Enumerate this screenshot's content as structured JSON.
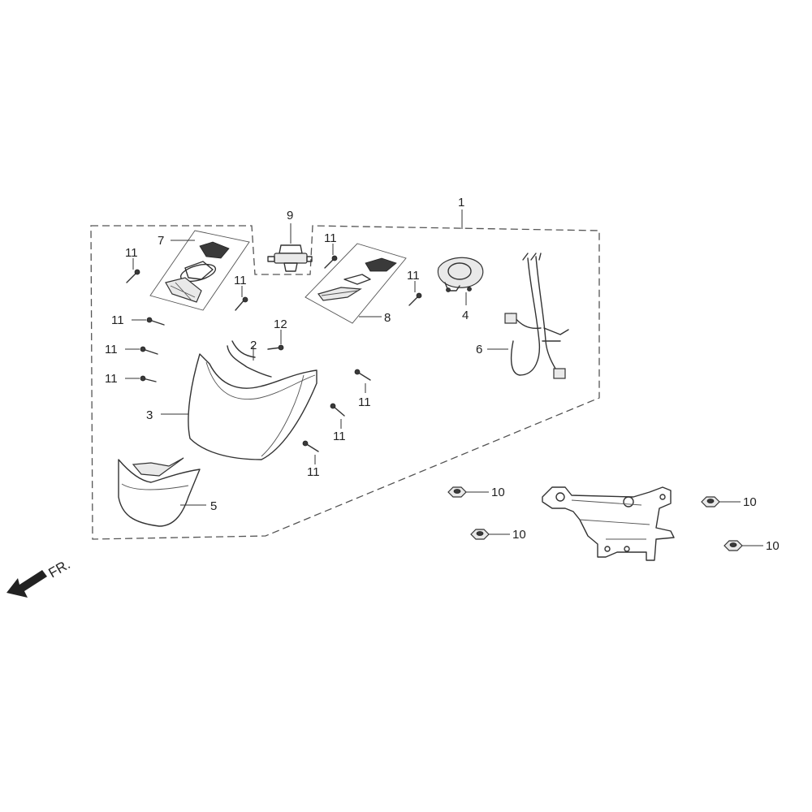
{
  "diagram": {
    "direction_label": "FR.",
    "callouts": {
      "assembly": "1",
      "wire": "2",
      "housing": "3",
      "bulb_socket": "4",
      "cover": "5",
      "harness": "6",
      "left_turn_signal": "7",
      "right_turn_signal": "8",
      "bulb": "9",
      "nut": "10",
      "screw": "11",
      "bolt": "12"
    }
  }
}
